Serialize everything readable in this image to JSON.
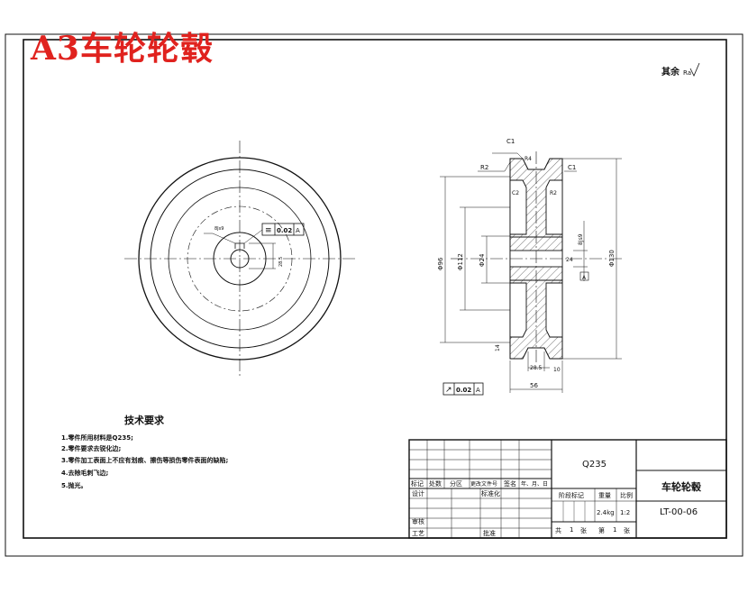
{
  "banner": "A3车轮轮毂",
  "surface_note": "其余",
  "surface_value": "Ra",
  "tech_title": "技术要求",
  "tech_notes": [
    "1.零件所用材料是Q235;",
    "2.零件要求去锐化边;",
    "3.零件加工表面上不应有划痕、擦伤等损伤零件表面的缺陷;",
    "4.去除毛刺飞边;",
    "5.抛光。"
  ],
  "tolerance_frames": [
    {
      "symbol": "≡",
      "value": "0.02",
      "datum": "A"
    },
    {
      "symbol": "↗",
      "value": "0.02",
      "datum": "A"
    }
  ],
  "dims": {
    "c1_top": "C1",
    "c2": "C2",
    "c1_right": "C1",
    "r2_left": "R2",
    "r2_right": "R2",
    "r4": "R4",
    "d_outer": "Φ96",
    "d_mid": "Φ112",
    "d_bore": "Φ24",
    "d_right": "Φ130",
    "dim_14": "14",
    "dim_24": "24",
    "dim_285": "28.5",
    "dim_10": "10",
    "dim_56": "56",
    "dim_8js9": "8Js9",
    "datum_a": "A"
  },
  "title_block": {
    "material": "Q235",
    "name": "车轮轮毂",
    "code": "LT-00-06",
    "headers": [
      "标记",
      "处数",
      "分区",
      "更改文件号",
      "签名",
      "年、月、日"
    ],
    "rows": [
      "设计",
      "审核",
      "工艺"
    ],
    "std": "标准化",
    "approve": "批准",
    "stage": "阶段标记",
    "weight_label": "重量",
    "scale_label": "比例",
    "weight": "2.4kg",
    "scale": "1:2",
    "sheets": "共",
    "sheets_total": "1",
    "sheet_word": "张",
    "sheet_no_label": "第",
    "sheet_no": "1",
    "sheet_word2": "张"
  }
}
